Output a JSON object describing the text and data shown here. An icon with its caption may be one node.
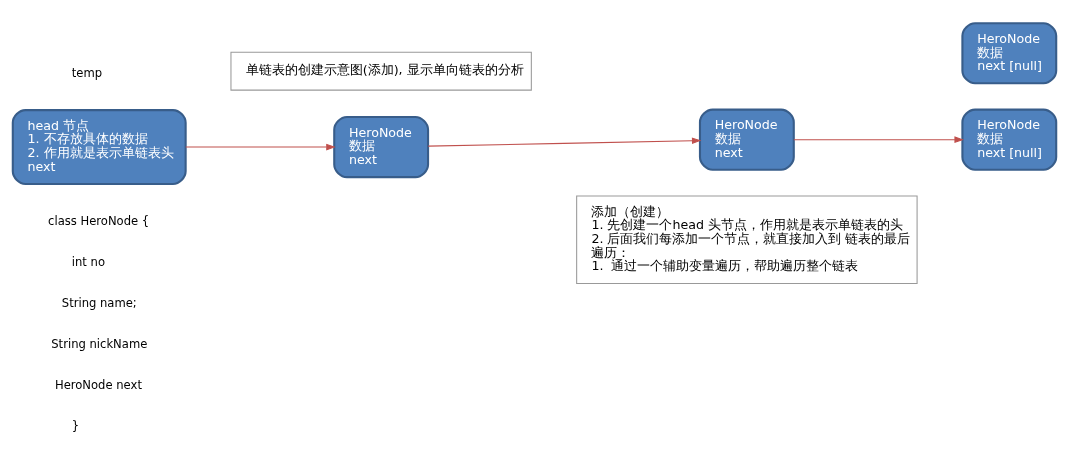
{
  "diagram": {
    "nodes": [
      {
        "text": [
          "单链表的创建示意图(添加), 显示单向链表的分析"
        ]
      },
      {
        "text": [
          "head 节点",
          "1. 不存放具体的数据",
          "2. 作用就是表示单链表头",
          "next"
        ]
      },
      {
        "text": [
          "HeroNode",
          "数据",
          "next"
        ]
      },
      {
        "text": [
          "HeroNode",
          "数据",
          "next"
        ]
      },
      {
        "text": [
          "HeroNode",
          "数据",
          "next [null]"
        ]
      },
      {
        "text": [
          "HeroNode",
          "数据",
          "next [null]"
        ]
      },
      {
        "text": [
          "添加（创建）",
          "1. 先创建一个head 头节点，作用就是表示单链表的头",
          "2. 后面我们每添加一个节点，就直接加入到 链表的最后",
          "遍历：",
          "1.  通过一个辅助变量遍历，帮助遍历整个链表"
        ]
      }
    ],
    "edges": [
      {
        "from": 1,
        "to": 2,
        "arrow": "to"
      },
      {
        "from": 2,
        "to": 3,
        "arrow": "to"
      },
      {
        "from": 3,
        "to": 4,
        "arrow": "to"
      }
    ],
    "labels": [
      "temp",
      "class HeroNode {",
      "int no",
      "String name;",
      "String nickName",
      "HeroNode next",
      "}"
    ]
  }
}
